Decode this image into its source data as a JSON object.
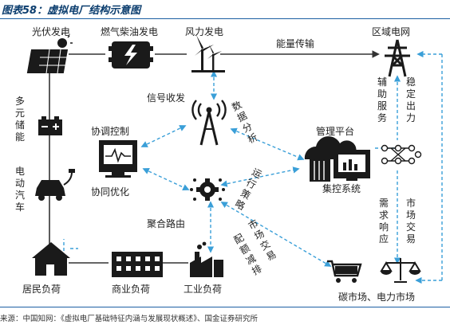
{
  "header": {
    "title": "图表58：虚拟电厂结构示意图"
  },
  "nodes": {
    "solar": "光伏发电",
    "fuel": "燃气柴油发电",
    "wind": "风力发电",
    "grid": "区域电网",
    "signal": "信号收发",
    "coord_control": "协调控制",
    "coord_opt": "协同优化",
    "aggregate": "聚合路由",
    "mgmt_platform": "管理平台",
    "central_system": "集控系统",
    "resident": "居民负荷",
    "commercial": "商业负荷",
    "industrial": "工业负荷",
    "market": "碳市场、电力市场"
  },
  "vertical_labels": {
    "storage": "多元储能",
    "ev": "电动汽车",
    "aux_service": "辅助服务",
    "stable_output": "稳定出力",
    "demand_resp": "需求响应",
    "market_trade": "市场交易"
  },
  "link_labels": {
    "energy_transfer": "能量传输",
    "data_analysis": "数据分析",
    "operation_strategy": "运行策略",
    "market_trade_diag": "市场交易",
    "quota_emission": "配额减排"
  },
  "footer": {
    "source": "来源：中国知网：《虚拟电厂基础特征内涵与发展现状概述》、国金证券研究所"
  },
  "colors": {
    "title": "#0b3d6e",
    "accent_blue": "#1c5fa3",
    "dashed_link": "#3a9fd8",
    "icon_dark": "#1a1a1a",
    "frame_line": "#333333"
  },
  "icons": [
    "solar-panel-icon",
    "fuel-generator-icon",
    "wind-turbine-icon",
    "transmission-tower-icon",
    "signal-tower-icon",
    "monitor-icon",
    "gear-network-icon",
    "server-cloud-icon",
    "node-graph-icon",
    "battery-icon",
    "ev-plug-icon",
    "house-icon",
    "office-building-icon",
    "factory-icon",
    "shopping-cart-icon",
    "balance-scale-icon"
  ]
}
